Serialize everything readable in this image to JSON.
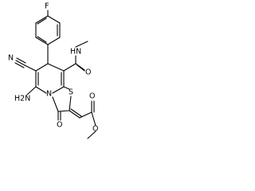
{
  "molecule": {
    "atoms": {
      "fluorine": "F",
      "ring_nitrogen": "N",
      "sulfur": "S",
      "amide_nh": "HN",
      "amine": "H2N",
      "amide_carbonyl_o": "O",
      "lactam_o": "O",
      "nitrile_n": "N",
      "ester_carbonyl_o": "O",
      "ester_ether_o": "O"
    }
  }
}
